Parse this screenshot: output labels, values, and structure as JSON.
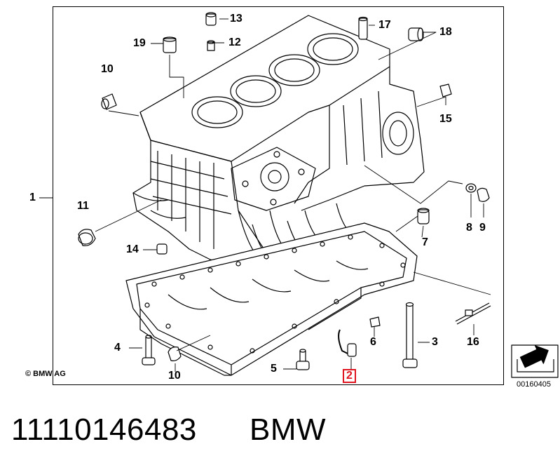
{
  "diagram": {
    "callouts": [
      {
        "id": "c1",
        "label": "1"
      },
      {
        "id": "c2",
        "label": "2",
        "highlighted": true
      },
      {
        "id": "c3",
        "label": "3"
      },
      {
        "id": "c4",
        "label": "4"
      },
      {
        "id": "c5",
        "label": "5"
      },
      {
        "id": "c6",
        "label": "6"
      },
      {
        "id": "c7",
        "label": "7"
      },
      {
        "id": "c8",
        "label": "8"
      },
      {
        "id": "c9",
        "label": "9"
      },
      {
        "id": "c10a",
        "label": "10"
      },
      {
        "id": "c10b",
        "label": "10"
      },
      {
        "id": "c11",
        "label": "11"
      },
      {
        "id": "c12",
        "label": "12"
      },
      {
        "id": "c13",
        "label": "13"
      },
      {
        "id": "c14",
        "label": "14"
      },
      {
        "id": "c15",
        "label": "15"
      },
      {
        "id": "c16",
        "label": "16"
      },
      {
        "id": "c17",
        "label": "17"
      },
      {
        "id": "c18",
        "label": "18"
      },
      {
        "id": "c19",
        "label": "19"
      }
    ],
    "copyright": "© BMW AG",
    "image_id": "00160405",
    "highlight_color": "#e0141e"
  },
  "footer": {
    "part_number": "11110146483",
    "brand": "BMW"
  }
}
